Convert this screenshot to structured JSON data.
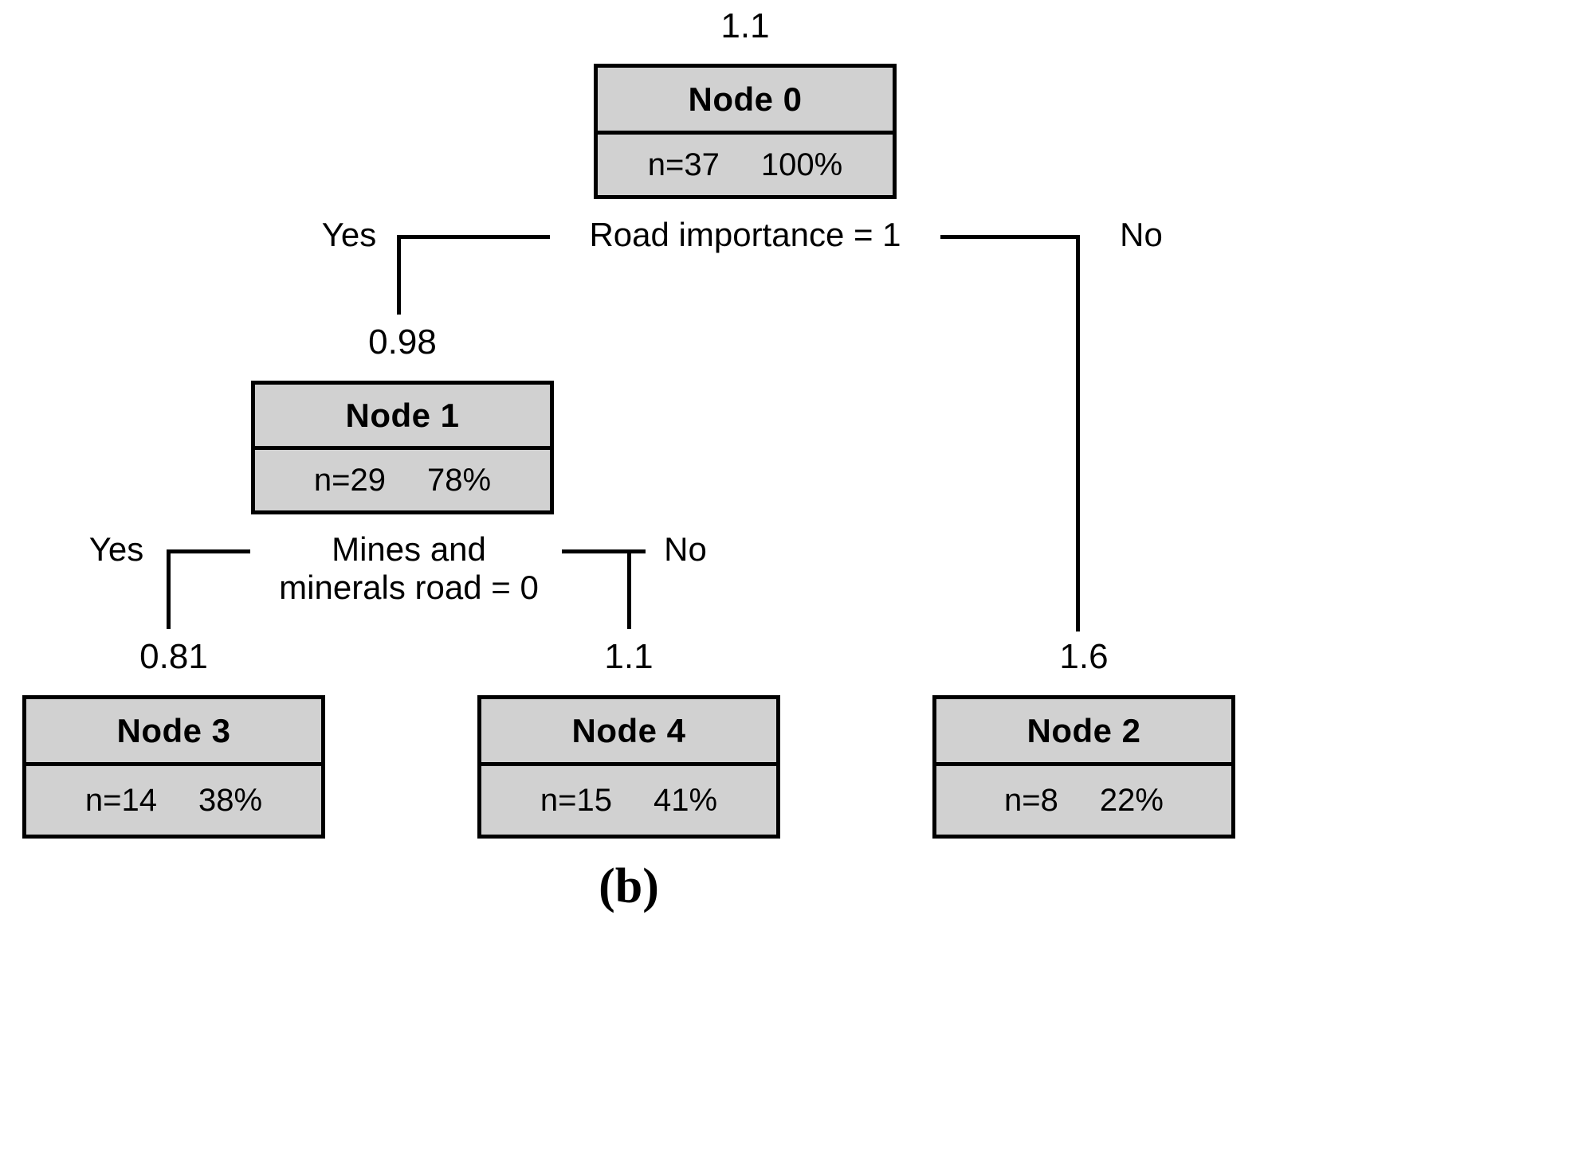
{
  "figure": {
    "caption": "(b)",
    "background_color": "#ffffff",
    "node_fill_color": "#d1d1d1",
    "border_color": "#000000"
  },
  "chart_data": {
    "type": "diagram",
    "diagram_type": "decision-tree",
    "title": "(b)",
    "nodes": [
      {
        "id": "node0",
        "label": "Node 0",
        "value": "1.1",
        "n": "n=37",
        "percent": "100%",
        "depth": 0
      },
      {
        "id": "node1",
        "label": "Node 1",
        "value": "0.98",
        "n": "n=29",
        "percent": "78%",
        "depth": 1
      },
      {
        "id": "node2",
        "label": "Node 2",
        "value": "1.6",
        "n": "n=8",
        "percent": "22%",
        "depth": 1
      },
      {
        "id": "node3",
        "label": "Node 3",
        "value": "0.81",
        "n": "n=14",
        "percent": "38%",
        "depth": 2
      },
      {
        "id": "node4",
        "label": "Node 4",
        "value": "1.1",
        "n": "n=15",
        "percent": "41%",
        "depth": 2
      }
    ],
    "splits": [
      {
        "id": "split0",
        "parent": "node0",
        "condition": "Road importance = 1",
        "condition_lines": [
          "Road importance = 1"
        ],
        "yes_label": "Yes",
        "yes_child": "node1",
        "no_label": "No",
        "no_child": "node2"
      },
      {
        "id": "split1",
        "parent": "node1",
        "condition": "Mines and minerals road = 0",
        "condition_lines": [
          "Mines and",
          "minerals road = 0"
        ],
        "yes_label": "Yes",
        "yes_child": "node3",
        "no_label": "No",
        "no_child": "node4"
      }
    ]
  }
}
